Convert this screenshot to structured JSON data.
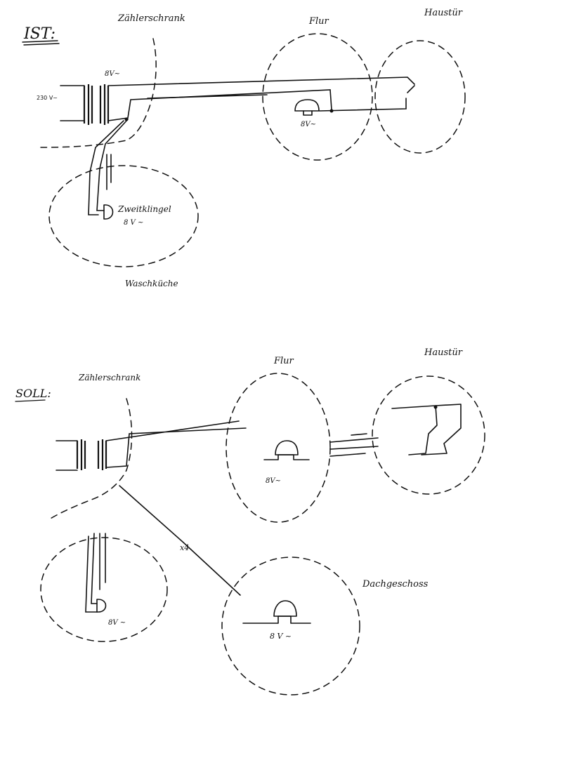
{
  "ist": {
    "heading": "IST:",
    "labels": {
      "meter_cabinet": "Zählerschrank",
      "hallway": "Flur",
      "front_door": "Haustür",
      "laundry": "Waschküche",
      "primary_voltage": "230 V~",
      "secondary_voltage": "8V~",
      "hall_bell_voltage": "8V~",
      "second_bell": "Zweitklingel",
      "second_bell_voltage": "8 V ~"
    }
  },
  "soll": {
    "heading": "SOLL:",
    "labels": {
      "meter_cabinet": "Zählerschrank",
      "hallway": "Flur",
      "front_door": "Haustür",
      "attic": "Dachgeschoss",
      "hall_bell_voltage": "8V~",
      "laundry_bell_voltage": "8V ~",
      "attic_bell_voltage": "8 V ~",
      "new_cable_marking": "x4"
    }
  },
  "icons": [
    "bell-icon",
    "transformer-icon",
    "push-button-icon"
  ],
  "colors": {
    "ink": "#111111",
    "paper": "#ffffff"
  }
}
